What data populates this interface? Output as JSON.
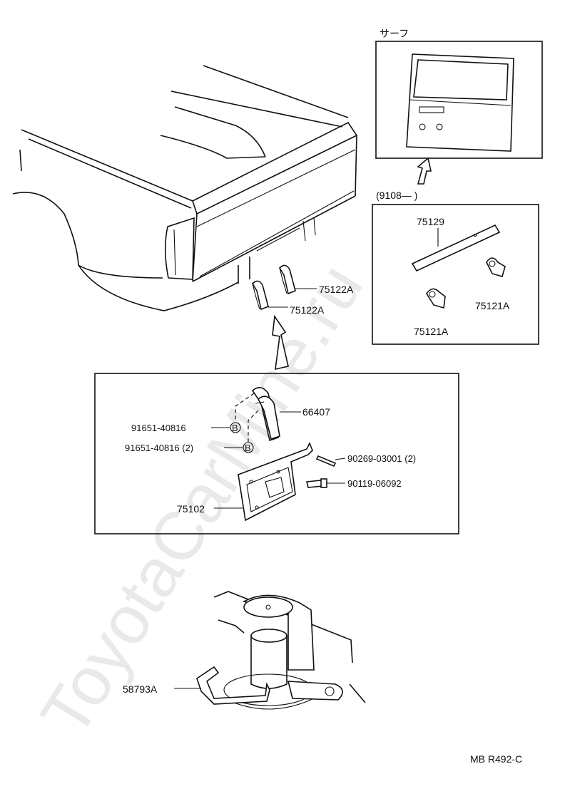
{
  "watermark": "ToyotaCarMine.ru",
  "surf_box": {
    "title": "サーフ"
  },
  "range_box": {
    "title": "(9108—        )",
    "parts": [
      "75129",
      "75121A",
      "75121A"
    ]
  },
  "truck_parts": [
    "75122A",
    "75122A"
  ],
  "bracket_box": {
    "parts": [
      "66407",
      "91651-40816",
      "91651-40816 (2)",
      "90269-03001  (2)",
      "90119-06092",
      "75102"
    ],
    "marker": "B"
  },
  "jack_part": "58793A",
  "figure_code": "MB R492-C"
}
